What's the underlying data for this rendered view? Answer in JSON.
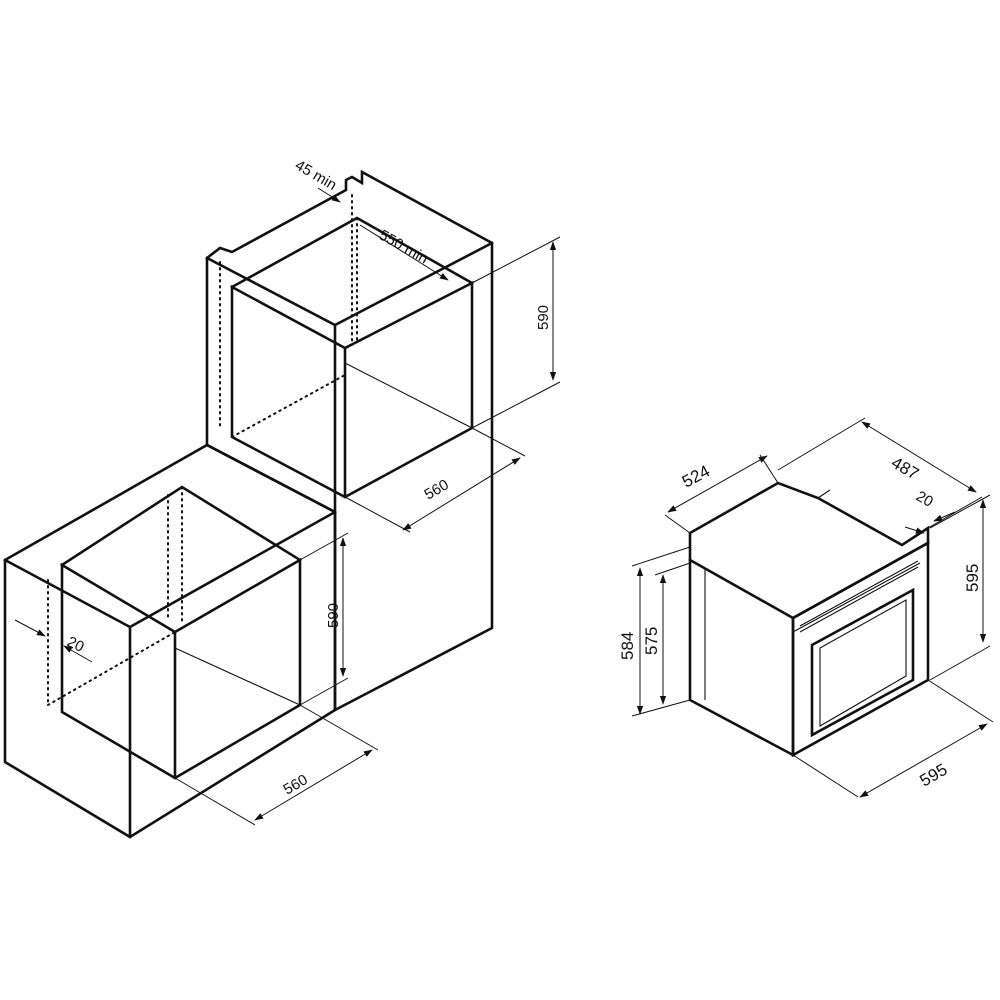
{
  "dimensions": {
    "upper_clearance": "45 min",
    "upper_depth": "550 min",
    "upper_height": "590",
    "upper_width": "560",
    "lower_height": "590",
    "lower_width": "560",
    "lower_gap": "20",
    "oven_depth_top": "524",
    "oven_depth_side": "487",
    "oven_door_offset": "20",
    "oven_height_total": "595",
    "oven_height_body": "584",
    "oven_height_inner": "575",
    "oven_width": "595"
  },
  "colors": {
    "line": "#111111",
    "background": "#ffffff"
  }
}
